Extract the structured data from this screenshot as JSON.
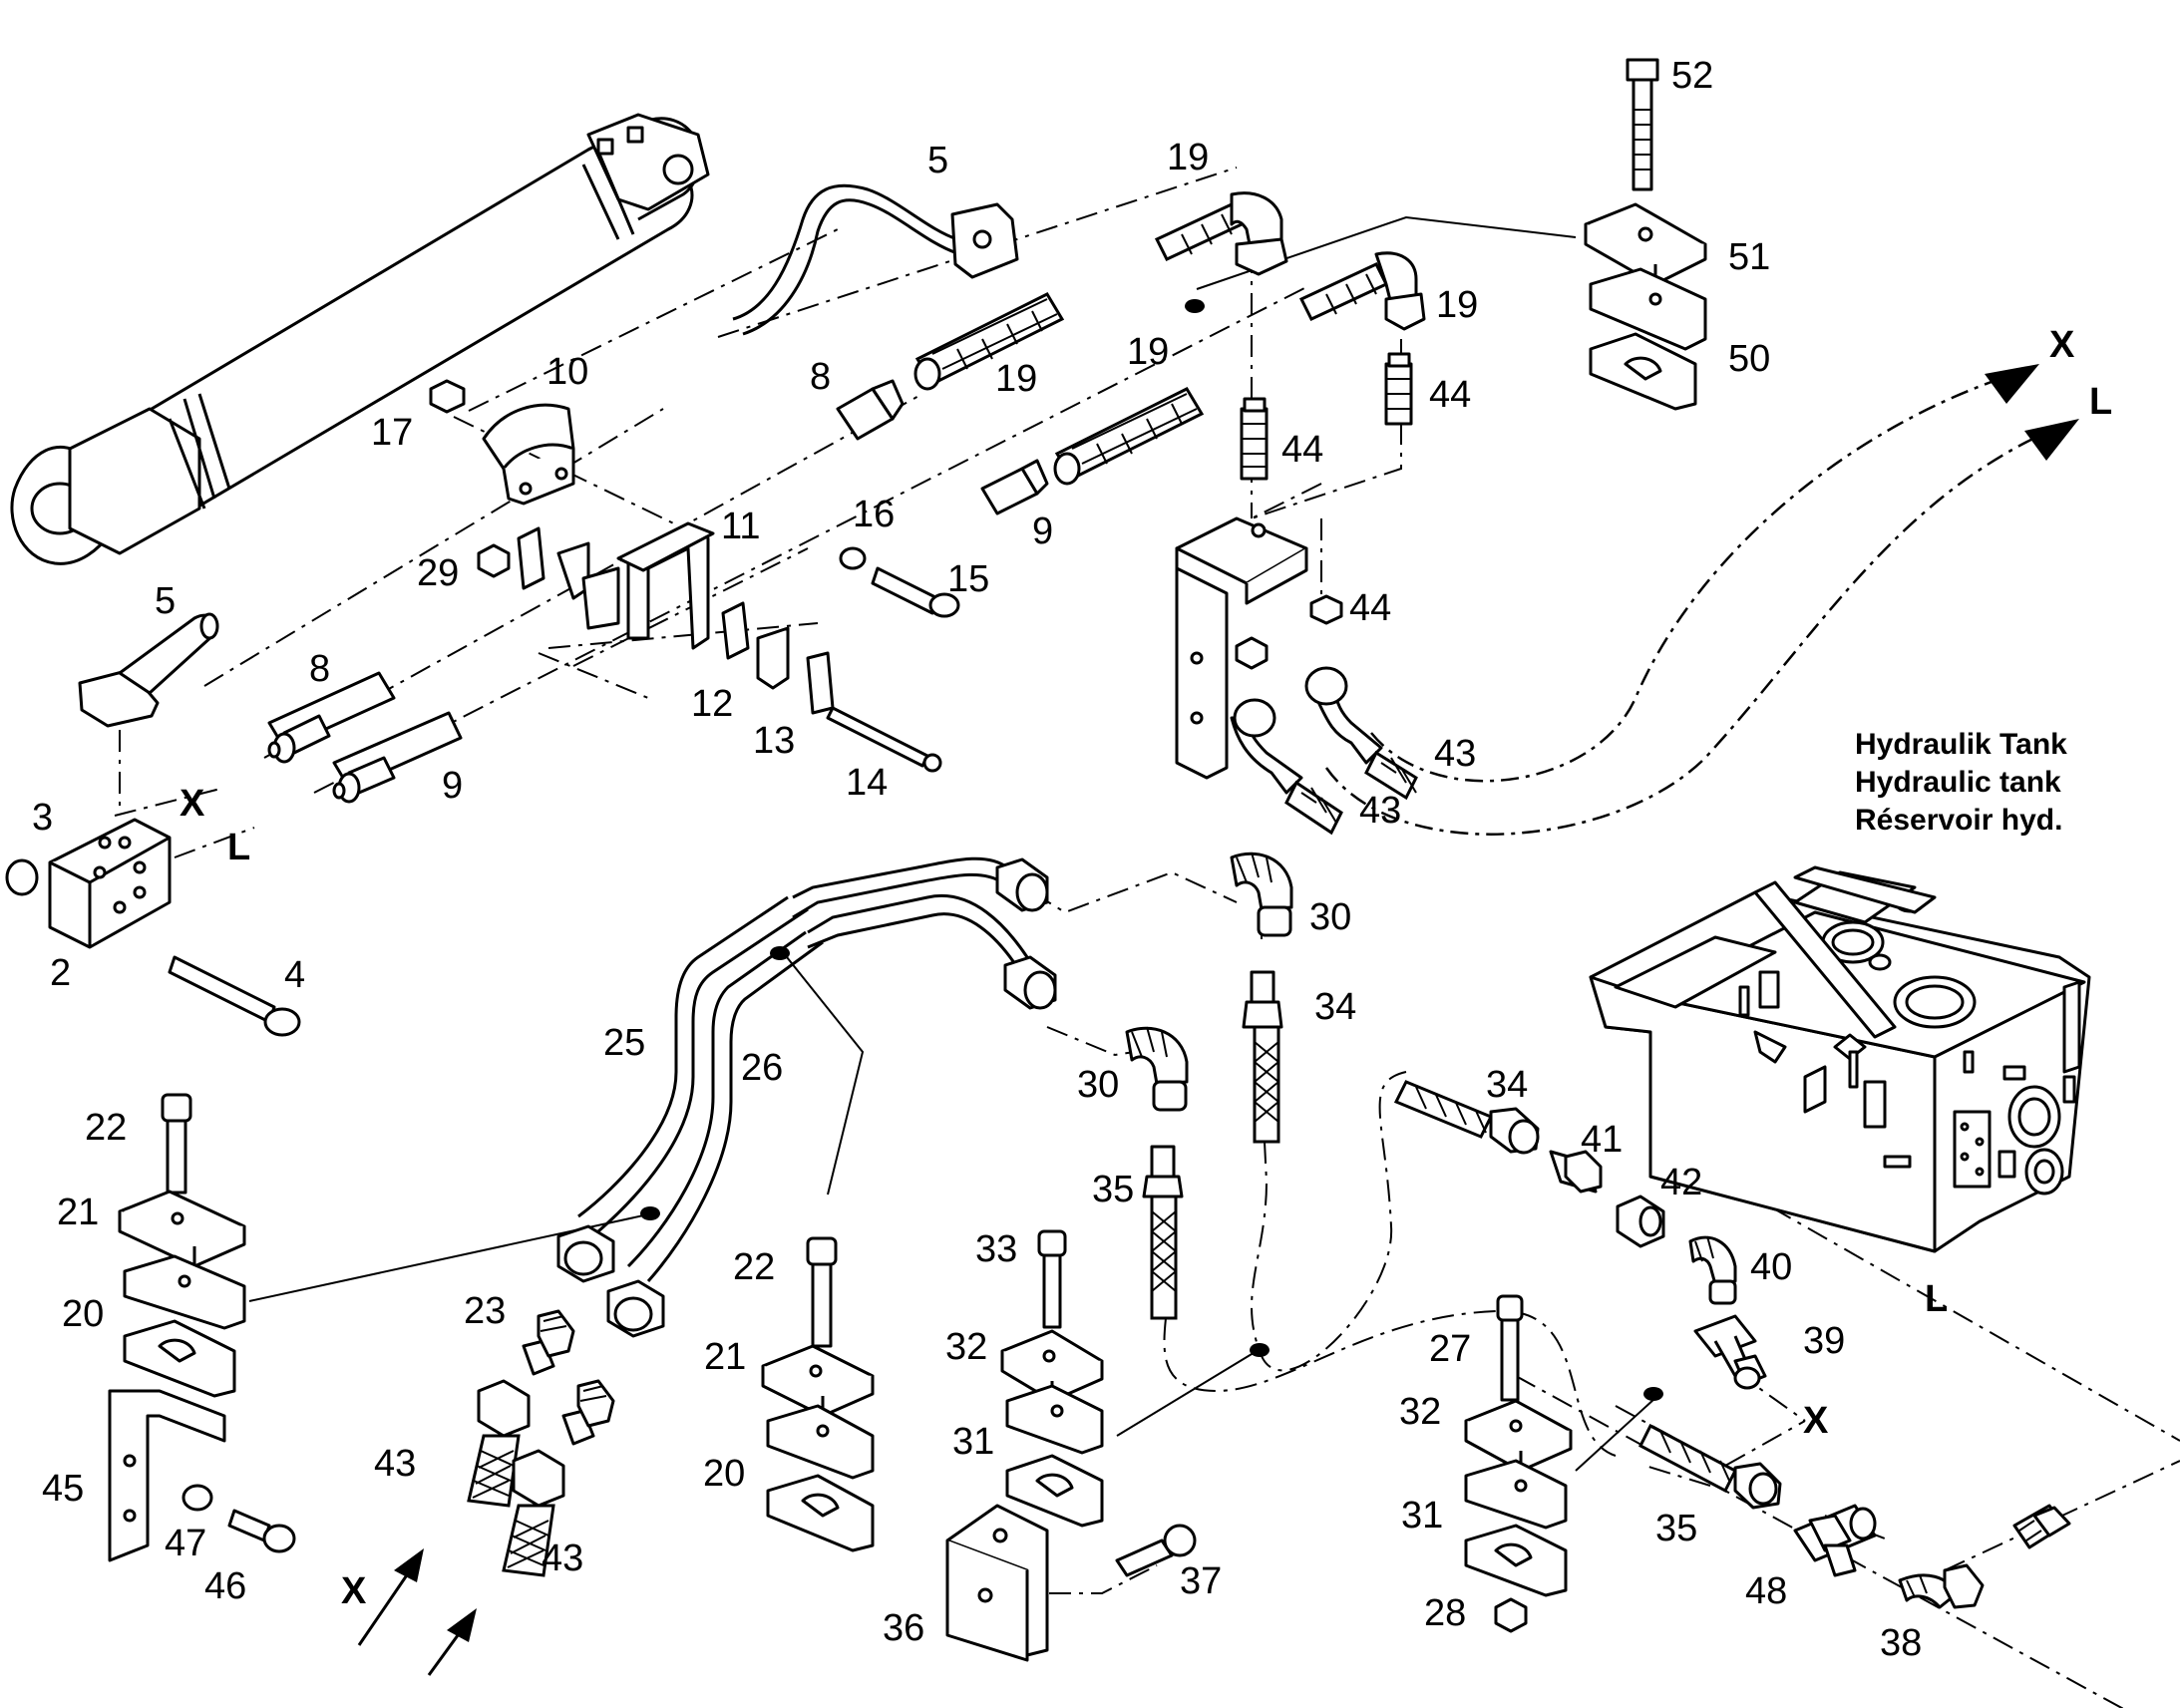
{
  "tank_label": {
    "line1": "Hydraulik Tank",
    "line2": "Hydraulic tank",
    "line3": "Réservoir hyd."
  },
  "line_markers": {
    "x": "X",
    "l": "L"
  },
  "callouts": [
    "52",
    "51",
    "50",
    "5",
    "19",
    "19",
    "19",
    "19",
    "10",
    "8",
    "44",
    "44",
    "44",
    "17",
    "11",
    "16",
    "9",
    "29",
    "15",
    "5",
    "8",
    "12",
    "13",
    "43",
    "43",
    "9",
    "14",
    "3",
    "2",
    "4",
    "30",
    "34",
    "30",
    "25",
    "26",
    "34",
    "41",
    "42",
    "22",
    "21",
    "20",
    "22",
    "23",
    "33",
    "35",
    "40",
    "39",
    "27",
    "21",
    "32",
    "32",
    "31",
    "43",
    "20",
    "31",
    "45",
    "47",
    "46",
    "43",
    "35",
    "48",
    "37",
    "36",
    "28",
    "38"
  ]
}
